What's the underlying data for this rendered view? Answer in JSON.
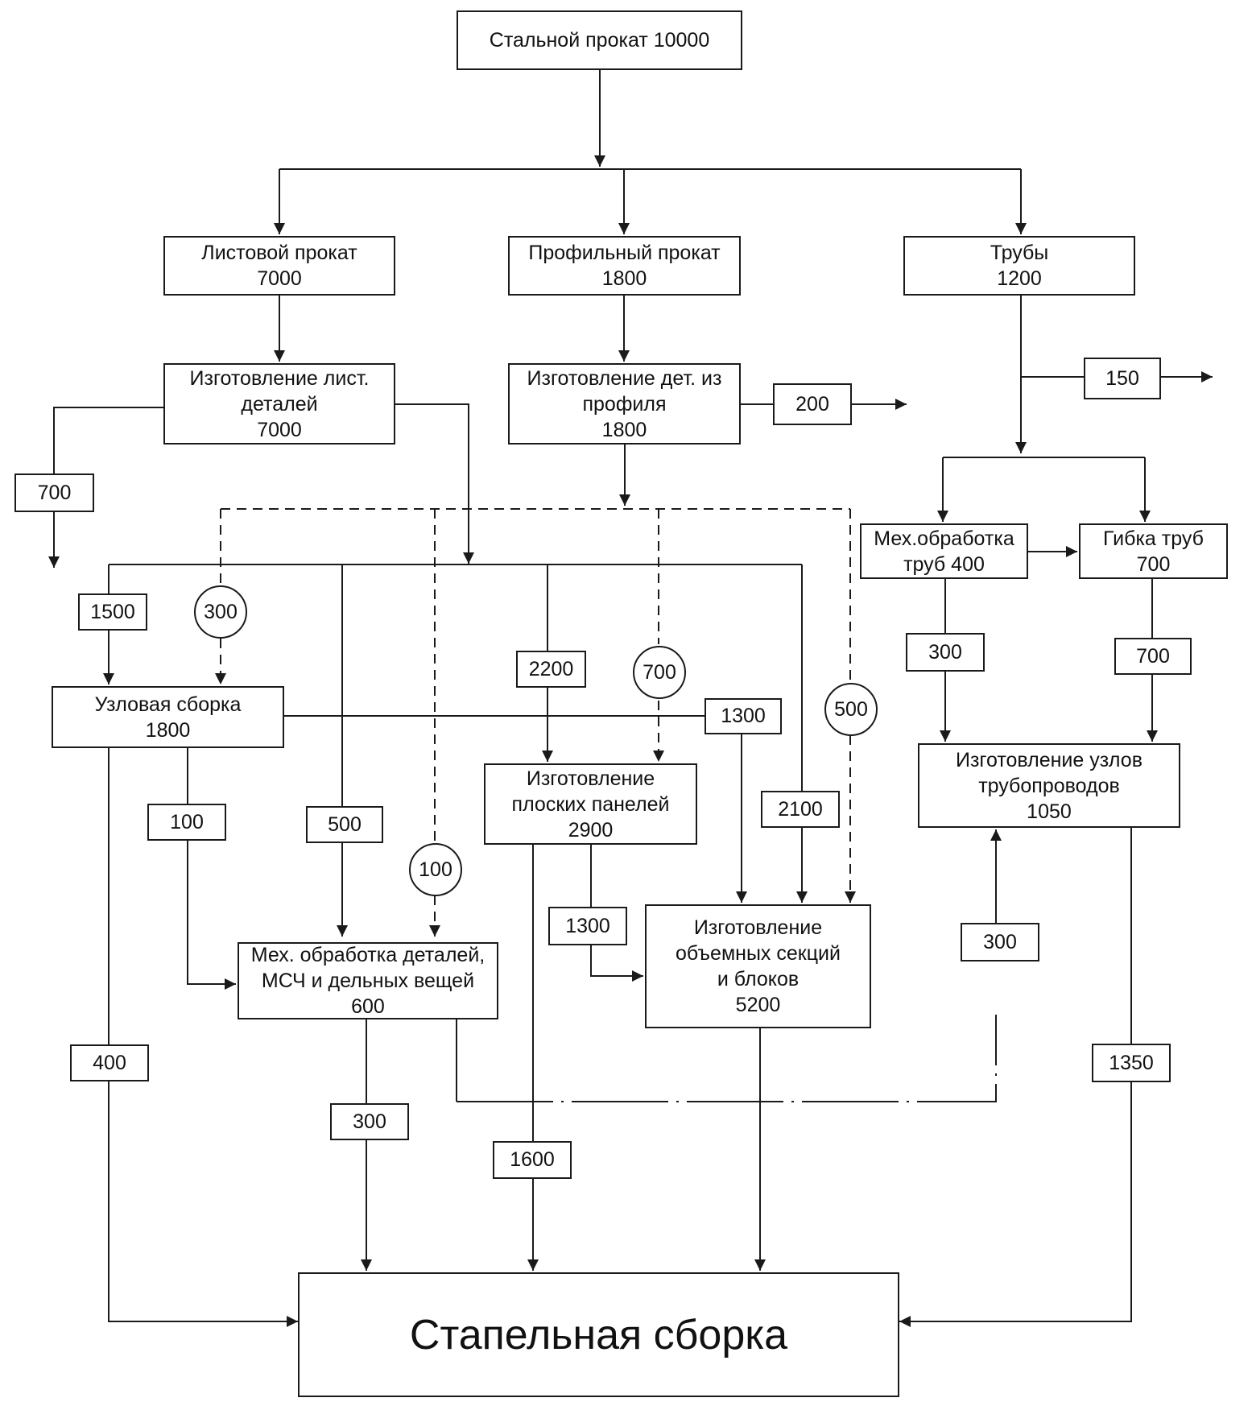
{
  "nodes": {
    "steel": "Стальной прокат 10000",
    "sheet": "Листовой прокат\n7000",
    "profile": "Профильный прокат\n1800",
    "pipes": "Трубы\n1200",
    "sheet_parts": "Изготовление лист.\nдеталей\n7000",
    "profile_parts": "Изготовление дет. из\nпрофиля\n1800",
    "pipe_machining": "Мех.обработка\nтруб 400",
    "pipe_bending": "Гибка труб\n700",
    "unit_assembly": "Узловая сборка\n1800",
    "flat_panels": "Изготовление\nплоских панелей\n2900",
    "pipeline_units": "Изготовление узлов\nтрубопроводов\n1050",
    "machining_parts": "Мех. обработка деталей,\nМСЧ и дельных вещей\n600",
    "volume_sections": "Изготовление\nобъемных секций\nи блоков\n5200",
    "slipway": "Стапельная сборка"
  },
  "flow_labels": {
    "waste_sheet": "700",
    "waste_profile": "200",
    "waste_pipes": "150",
    "sheet_to_unit": "1500",
    "sheet_to_panels": "2200",
    "unit_to_sections": "1300",
    "sheet_to_sections": "2100",
    "unit_to_machining": "100",
    "sheet_to_machining": "500",
    "panels_to_sections": "1300",
    "machining_to_pipe_units": "300",
    "bending_to_pipe_units": "700",
    "machining_to_pipeline": "300",
    "unit_to_slipway": "400",
    "machining_to_slipway": "300",
    "panels_to_slipway": "1600",
    "pipe_units_to_slipway": "1350"
  },
  "profile_flows": {
    "to_unit": "300",
    "to_panels": "700",
    "to_sections": "500",
    "to_machining": "100"
  }
}
